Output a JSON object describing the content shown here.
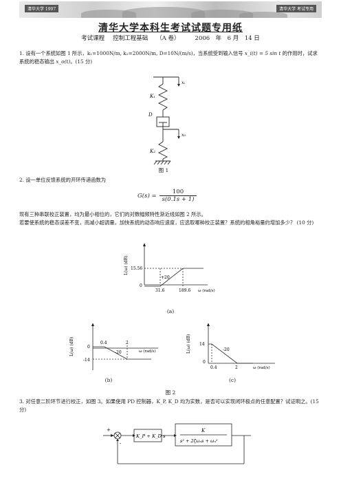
{
  "header": {
    "banner_left": "清华大学 1997",
    "banner_right": "清华大学 考试专用",
    "title": "清华大学本科生考试试题专用纸",
    "course_label": "考试课程",
    "course_name": "控制工程基础",
    "paper": "（A 卷）",
    "date": "2006　年　6 月　14 日"
  },
  "q1": {
    "text_a": "1. 设有一个系统如图 1 所示，k₁=1000N/m, k₂=2000N/m, D=10N/(m/s)，当系统受到输入信号",
    "signal": "x_i(t) = 5 sin t",
    "text_b": "的作用时，试求系统的稳态输出",
    "output": "x_o(t)",
    "points": "。(15 分)",
    "labels": {
      "k1": "K₁",
      "d": "D",
      "k2": "K₂",
      "xi": "xᵢ",
      "xo": "x₀"
    },
    "caption": "图 1"
  },
  "q2": {
    "intro": "2. 设一单位反馈系统的开环传递函数为",
    "tf_lhs": "G(s) =",
    "tf_num": "100",
    "tf_den": "s(0.1s + 1)",
    "body1": "现有三种串联校正装置，均为最小相位的，它们的对数幅频特性渐近线如图 2 所示。",
    "body2": "若要使系统的稳态误差不变，而减小超调量，加快系统的动态响应速度，应选取哪种校正装置？系统的相角裕量约增加多少？ (10 分)",
    "plot_a": {
      "ylabel": "L(ω) (dB)",
      "y_tick": "15.56",
      "zero": "0",
      "slope": "+20",
      "x1": "31.6",
      "x2": "189.6",
      "xlabel": "ω (rad/s)",
      "caption": "(a)"
    },
    "plot_b": {
      "ylabel": "L(ω) (dB)",
      "zero": "0",
      "y_tick": "-14",
      "x1": "0.4",
      "x2": "2",
      "slope": "-20",
      "xlabel": "ω (rad/s)",
      "caption": "(b)"
    },
    "plot_c": {
      "ylabel": "L(ω) (dB)",
      "y_tick": "14",
      "zero": "0",
      "slope": "-20",
      "x1": "0.4",
      "x2": "2",
      "xlabel": "ω (rad/s)",
      "caption": "(c)"
    },
    "caption": "图 2"
  },
  "q3": {
    "text": "3. 对任意二阶环节进行校正，如图 3。如果使用 PD 控制器，K_P, K_D 均为实数，是否可以实现闭环极点的任意配置？试证明之。(15 分)",
    "pd_block": "K_P + K_D s",
    "plant_num": "K",
    "plant_den": "s² + 2ζωₙs + ωₙ²",
    "plus": "+",
    "minus": "-"
  }
}
